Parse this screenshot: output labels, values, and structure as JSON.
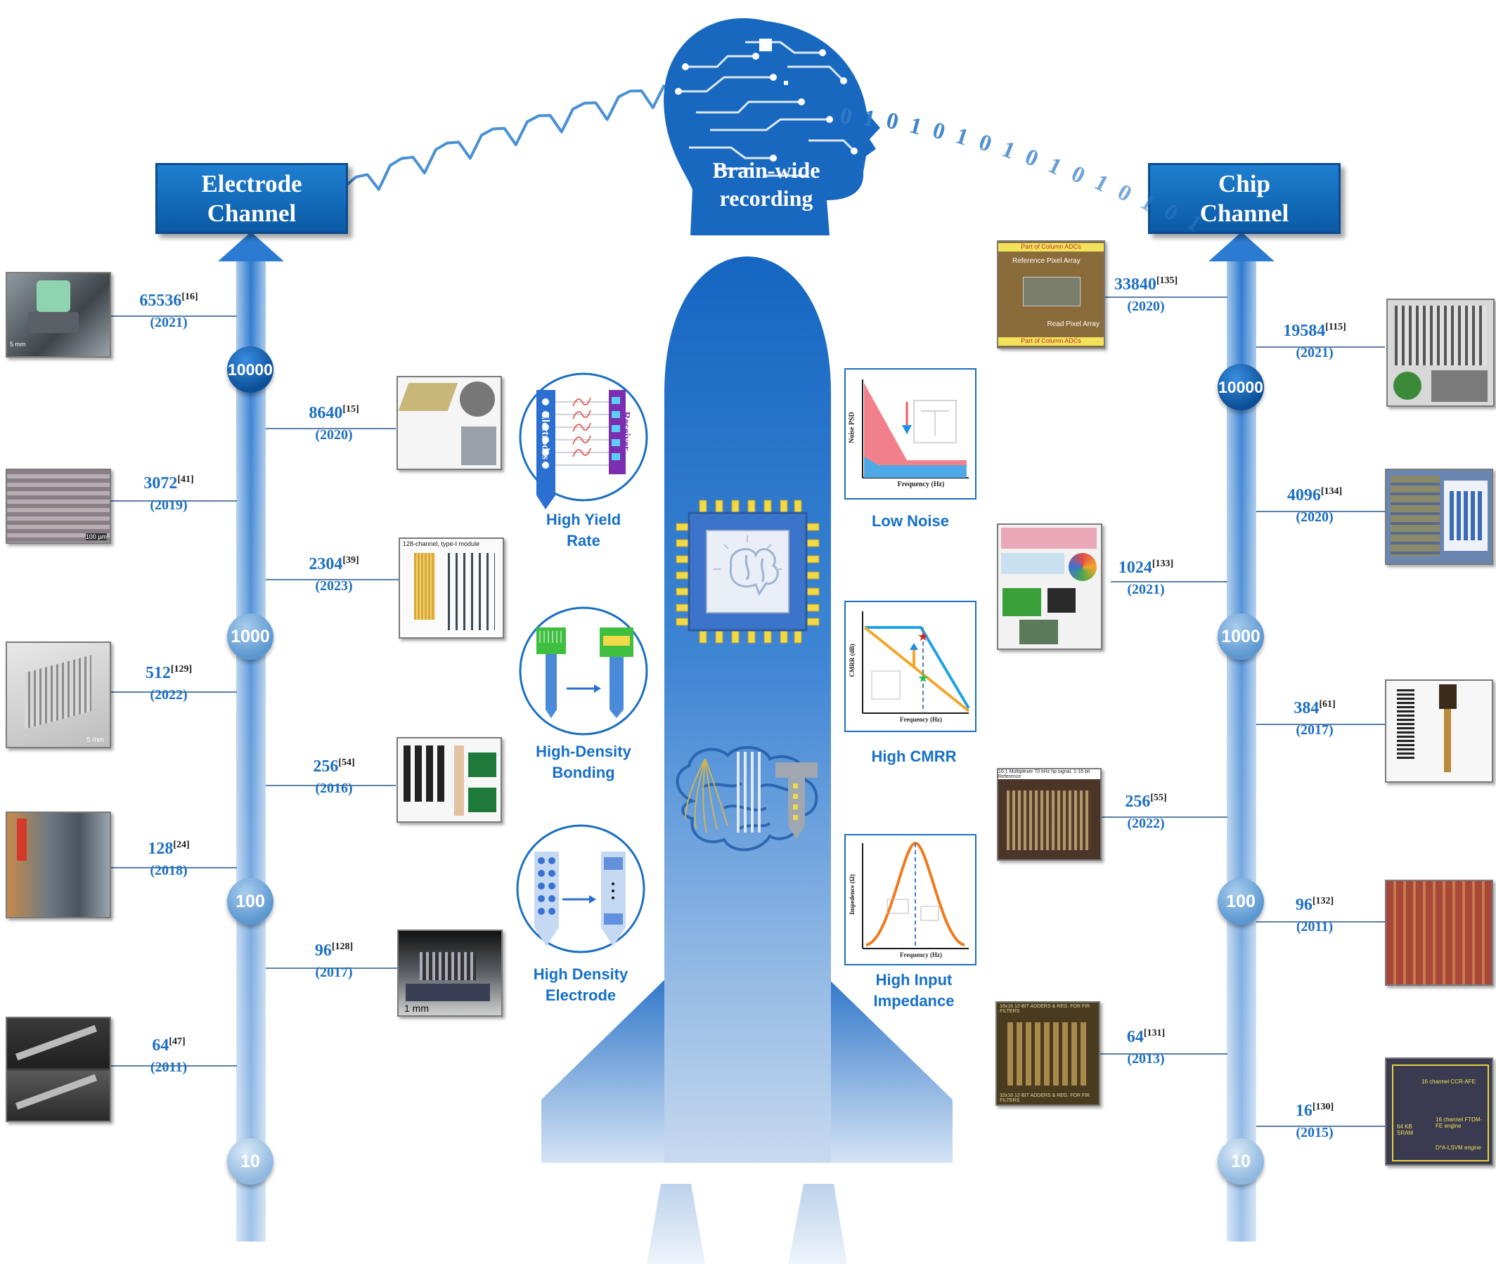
{
  "center_title": "Brain-wide recording",
  "center_title_lines": [
    "Brain-wide",
    "recording"
  ],
  "binary_text": "0101010101010101",
  "left_header": {
    "line1": "Electrode",
    "line2": "Channel"
  },
  "right_header": {
    "line1": "Chip",
    "line2": "Channel"
  },
  "scale_marks": [
    "10000",
    "1000",
    "100",
    "10"
  ],
  "electrode_entries": [
    {
      "value": "65536",
      "ref": "[16]",
      "year": "(2021)"
    },
    {
      "value": "8640",
      "ref": "[15]",
      "year": "(2020)"
    },
    {
      "value": "3072",
      "ref": "[41]",
      "year": "(2019)"
    },
    {
      "value": "2304",
      "ref": "[39]",
      "year": "(2023)"
    },
    {
      "value": "512",
      "ref": "[129]",
      "year": "(2022)"
    },
    {
      "value": "256",
      "ref": "[54]",
      "year": "(2016)"
    },
    {
      "value": "128",
      "ref": "[24]",
      "year": "(2018)"
    },
    {
      "value": "96",
      "ref": "[128]",
      "year": "(2017)"
    },
    {
      "value": "64",
      "ref": "[47]",
      "year": "(2011)"
    }
  ],
  "chip_entries": [
    {
      "value": "33840",
      "ref": "[135]",
      "year": "(2020)"
    },
    {
      "value": "19584",
      "ref": "[115]",
      "year": "(2021)"
    },
    {
      "value": "4096",
      "ref": "[134]",
      "year": "(2020)"
    },
    {
      "value": "1024",
      "ref": "[133]",
      "year": "(2021)"
    },
    {
      "value": "384",
      "ref": "[61]",
      "year": "(2017)"
    },
    {
      "value": "256",
      "ref": "[55]",
      "year": "(2022)"
    },
    {
      "value": "96",
      "ref": "[132]",
      "year": "(2011)"
    },
    {
      "value": "64",
      "ref": "[131]",
      "year": "(2013)"
    },
    {
      "value": "16",
      "ref": "[130]",
      "year": "(2015)"
    }
  ],
  "features_left": [
    {
      "lines": [
        "High Yield",
        "Rate"
      ]
    },
    {
      "lines": [
        "High-Density",
        "Bonding"
      ]
    },
    {
      "lines": [
        "High Density",
        "Electrode"
      ]
    }
  ],
  "features_right": [
    {
      "lines": [
        "Low Noise"
      ]
    },
    {
      "lines": [
        "High CMRR"
      ]
    },
    {
      "lines": [
        "High Input",
        "Impedance"
      ]
    }
  ],
  "yield_diagram": {
    "left_label": "Electrodes",
    "right_label": "Receiver"
  },
  "noise_plot": {
    "ylabel": "Noise PSD",
    "xlabel": "Frequency (Hz)"
  },
  "cmrr_plot": {
    "ylabel": "CMRR (dB)",
    "xlabel": "Frequency (Hz)"
  },
  "impedance_plot": {
    "ylabel": "Impedence (Ω)",
    "xlabel": "Frequency (Hz)"
  },
  "photo_texts": {
    "p1_scale": "5 mm",
    "p3_scale": "100 μm",
    "p5_scale": "5 mm",
    "module_label": "128-channel, type-I module",
    "p96_scale": "1 mm",
    "chip1_top": "Part of Column ADCs",
    "chip1_ref": "Reference Pixel Array",
    "chip1_read": "Read Pixel Array",
    "chip1_bottom": "Part of Column ADCs",
    "chip256_top": "16:1 Multiplexer    70 kHz hp signal, 1-16 bit Reference",
    "chip64_top": "16x16 12-BIT ADDERS & REG. FOR FIR FILTERS",
    "chip64_bottom": "32x16 12-BIT ADDERS & REG. FOR FIR FILTERS",
    "chip16_a": "16 channel CCR-AFE",
    "chip16_b": "16 channel FTDM-FE engine",
    "chip16_c": "64 KB SRAM",
    "chip16_d": "D*A-LSVM engine"
  }
}
